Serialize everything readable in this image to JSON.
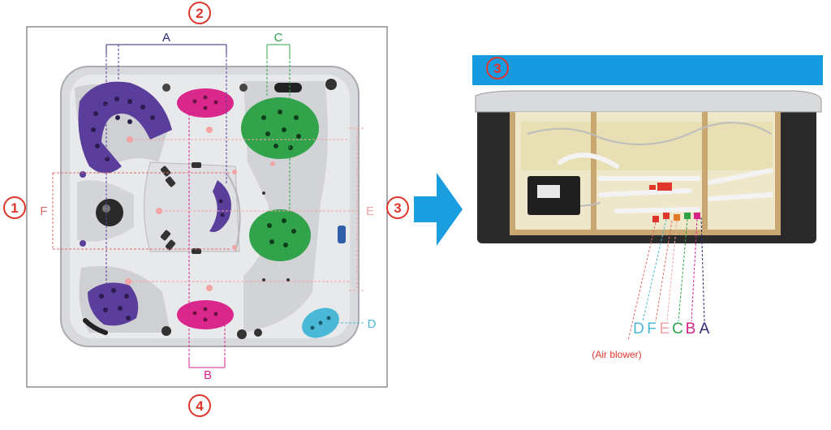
{
  "side_markers": {
    "top": "2",
    "left": "1",
    "right": "3",
    "bottom": "4",
    "photo_banner": "3"
  },
  "layout_labels": {
    "A": "A",
    "B": "B",
    "C": "C",
    "D": "D",
    "E": "E",
    "F": "F"
  },
  "photo_labels": {
    "D": "D",
    "F": "F",
    "E": "E",
    "C": "C",
    "B": "B",
    "A": "A",
    "air_blower": "(Air blower)"
  },
  "colors": {
    "marker_red": "#e0352b",
    "arrow_blue": "#1a9ee0",
    "banner_blue": "#169be0",
    "zone_A": "#5a3c9a",
    "zone_B": "#d6238a",
    "zone_C": "#2fa24a",
    "zone_D": "#4cb8d8",
    "zone_E": "#f0a4a4",
    "zone_F": "#e06a6a",
    "shell": "#dcdde0",
    "cabinet": "#2a2a2a"
  },
  "icons": [
    "circled-number-icon",
    "right-arrow-icon"
  ]
}
